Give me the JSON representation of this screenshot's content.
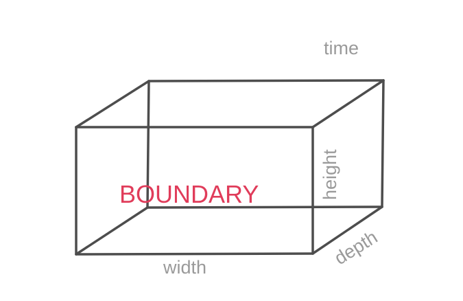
{
  "diagram": {
    "labels": {
      "boundary": "BOUNDARY",
      "time": "time",
      "height": "height",
      "width": "width",
      "depth": "depth"
    },
    "colors": {
      "edge": "#4d4d4d",
      "dimension_label": "#9a9a9a",
      "boundary_label": "#e03c5a",
      "background": "#ffffff"
    }
  }
}
